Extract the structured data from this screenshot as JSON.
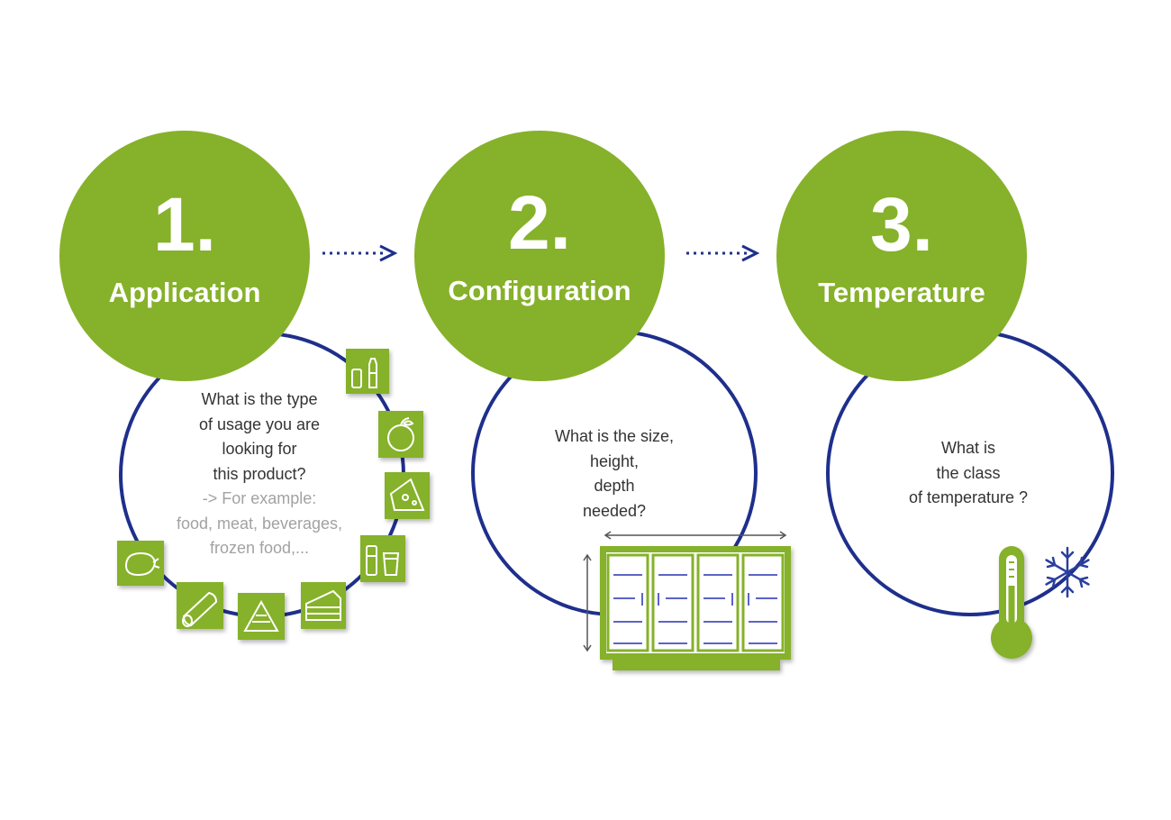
{
  "colors": {
    "green": "#86b12a",
    "navy": "#1e2f8c",
    "white": "#ffffff"
  },
  "steps": [
    {
      "number": "1.",
      "title": "Application",
      "question_lines": [
        "What is the type",
        "of usage you are",
        "looking for",
        "this product?"
      ],
      "example_lines": [
        "-> For example:",
        "food, meat, beverages,",
        "frozen food,..."
      ],
      "icons": [
        "bottles-icon",
        "fruit-icon",
        "cheese-icon",
        "drinks-icon",
        "cake-icon",
        "sandwich-icon",
        "sausage-icon",
        "chicken-icon"
      ]
    },
    {
      "number": "2.",
      "title": "Configuration",
      "question_lines": [
        "What is the size,",
        "height,",
        "depth",
        "needed?"
      ],
      "icons": [
        "display-cabinet-icon"
      ]
    },
    {
      "number": "3.",
      "title": "Temperature",
      "question_lines": [
        "What is",
        "the class",
        "of temperature ?"
      ],
      "icons": [
        "thermometer-icon",
        "snowflake-icon"
      ]
    }
  ]
}
